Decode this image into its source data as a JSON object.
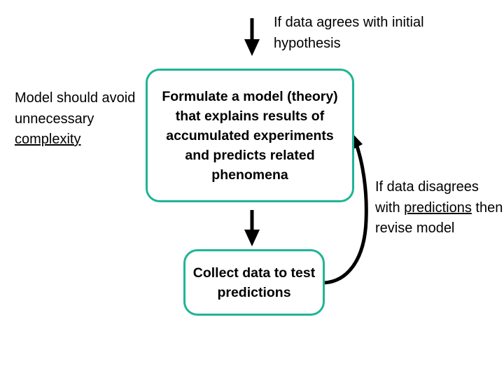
{
  "diagram": {
    "title_visible": false,
    "background_color": "#ffffff",
    "box_border_color": "#20b496",
    "arrow_color": "#000000",
    "text_color": "#000000"
  },
  "boxes": {
    "formulate": {
      "text": "Formulate a model (theory) that explains results of accumulated experiments and predicts related phenomena",
      "lines": [
        "Formulate a model",
        "(theory) that explains",
        "results of accumulated",
        "experiments and",
        "predicts related",
        "phenomena"
      ]
    },
    "collect": {
      "text": "Collect data to test predictions",
      "lines": [
        "Collect data to",
        "test",
        "predictions"
      ]
    }
  },
  "notes": {
    "left": {
      "plain_prefix": "Model should avoid unnecessary ",
      "underlined": "complexity",
      "full_text": "Model should avoid unnecessary complexity"
    },
    "top": {
      "full_text": "If data agrees with initial hypothesis"
    },
    "right": {
      "prefix": "If data disagrees with ",
      "underlined": "predictions",
      "suffix": " then revise model",
      "full_text": "If data disagrees with predictions then revise model"
    }
  },
  "arrows": [
    {
      "name": "arrow-into-formulate",
      "type": "straight-down",
      "direction": "down"
    },
    {
      "name": "arrow-formulate-to-collect",
      "type": "straight-down",
      "direction": "down"
    },
    {
      "name": "arrow-collect-back-to-formulate",
      "type": "curved-feedback",
      "direction": "up-left"
    }
  ]
}
